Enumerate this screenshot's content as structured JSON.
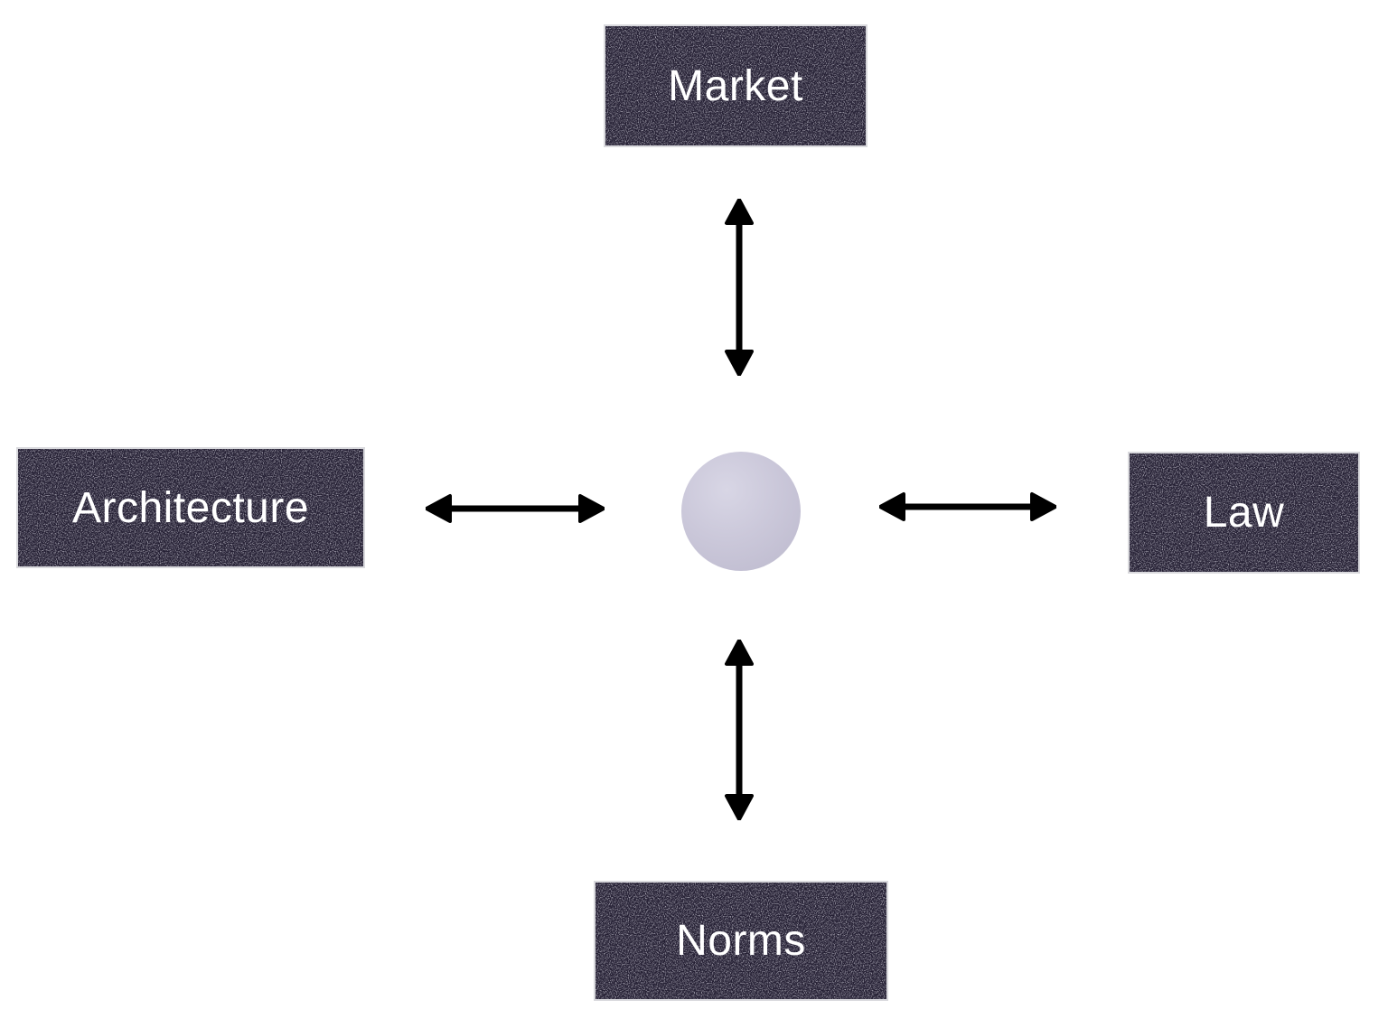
{
  "diagram": {
    "type": "hub-and-spoke",
    "center": {
      "label": ""
    },
    "nodes": [
      {
        "id": "market",
        "position": "top",
        "label": "Market"
      },
      {
        "id": "architecture",
        "position": "left",
        "label": "Architecture"
      },
      {
        "id": "law",
        "position": "right",
        "label": "Law"
      },
      {
        "id": "norms",
        "position": "bottom",
        "label": "Norms"
      }
    ],
    "connections": [
      {
        "from": "center",
        "to": "market",
        "style": "double-headed-arrow"
      },
      {
        "from": "center",
        "to": "architecture",
        "style": "double-headed-arrow"
      },
      {
        "from": "center",
        "to": "law",
        "style": "double-headed-arrow"
      },
      {
        "from": "center",
        "to": "norms",
        "style": "double-headed-arrow"
      }
    ],
    "colors": {
      "box_background": "#241f33",
      "box_speckle": "#c6c4d4",
      "box_text": "#ffffff",
      "arrow": "#000000",
      "dot_light": "#d8d6e5",
      "dot_dark": "#bcb9cd",
      "page_background": "#ffffff"
    }
  }
}
